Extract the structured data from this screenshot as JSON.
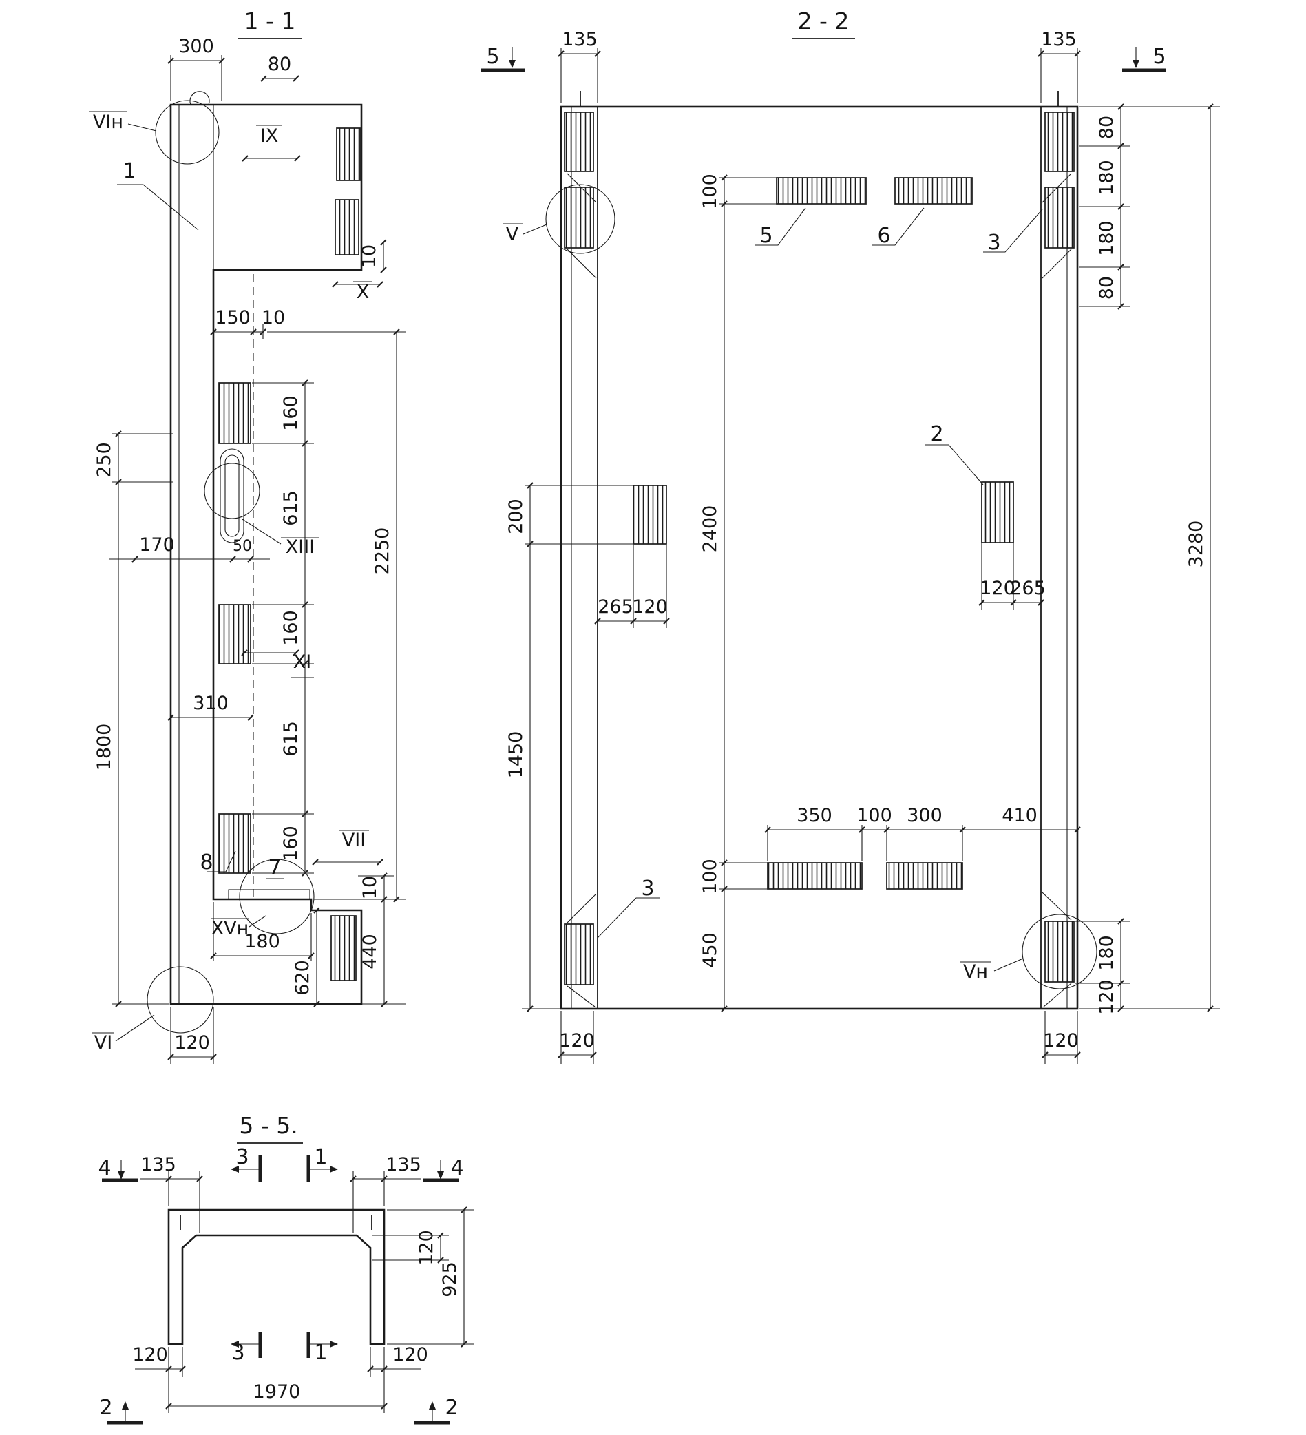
{
  "meta": {
    "paper_color": "#ffffff",
    "ink_color": "#1c1c1c"
  },
  "sections": {
    "s11": {
      "title": "1 - 1",
      "dims": {
        "w300": "300",
        "t80": "80",
        "g10a": "10",
        "w150": "150",
        "g10b": "10",
        "h160a": "160",
        "h615a": "615",
        "h160b": "160",
        "h615b": "615",
        "h160c": "160",
        "h2250": "2250",
        "h250": "250",
        "w170": "170",
        "w50": "50",
        "w310": "310",
        "h1800": "1800",
        "g10c": "10",
        "h440": "440",
        "w180": "180",
        "h620": "620",
        "w120": "120"
      },
      "marks": {
        "vin": "VIн",
        "ix": "IX",
        "x": "X",
        "xiii": "XIII",
        "xi": "XI",
        "vii": "VII",
        "xvn": "XVн",
        "vi": "VI"
      },
      "parts": {
        "p1": "1",
        "p7": "7",
        "p8": "8"
      }
    },
    "s22": {
      "title": "2 - 2",
      "dims": {
        "w135l": "135",
        "w135r": "135",
        "h80t": "80",
        "h180t": "180",
        "h180m": "180",
        "h80m": "80",
        "h100t": "100",
        "h200": "200",
        "h2400": "2400",
        "h3280": "3280",
        "w265l": "265",
        "w120l": "120",
        "w120r": "120",
        "w265r": "265",
        "h1450": "1450",
        "h100b": "100",
        "h450": "450",
        "w350": "350",
        "w100": "100",
        "w300": "300",
        "w410": "410",
        "h180b": "180",
        "h120b": "120",
        "w120bl": "120",
        "w120br": "120"
      },
      "marks": {
        "cut5l": "5",
        "cut5r": "5",
        "v": "V",
        "vn": "Vн"
      },
      "parts": {
        "p5": "5",
        "p6": "6",
        "p3t": "3",
        "p2": "2",
        "p3b": "3"
      }
    },
    "s55": {
      "title": "5 - 5.",
      "dims": {
        "w135l": "135",
        "w135r": "135",
        "t120": "120",
        "h925": "925",
        "w120bl": "120",
        "w120br": "120",
        "w1970": "1970"
      },
      "marks": {
        "cut4l": "4",
        "cut4r": "4",
        "cut3t": "3",
        "cut1t": "1",
        "cut3b": "3",
        "cut1b": "1",
        "cut2l": "2",
        "cut2r": "2"
      }
    }
  }
}
